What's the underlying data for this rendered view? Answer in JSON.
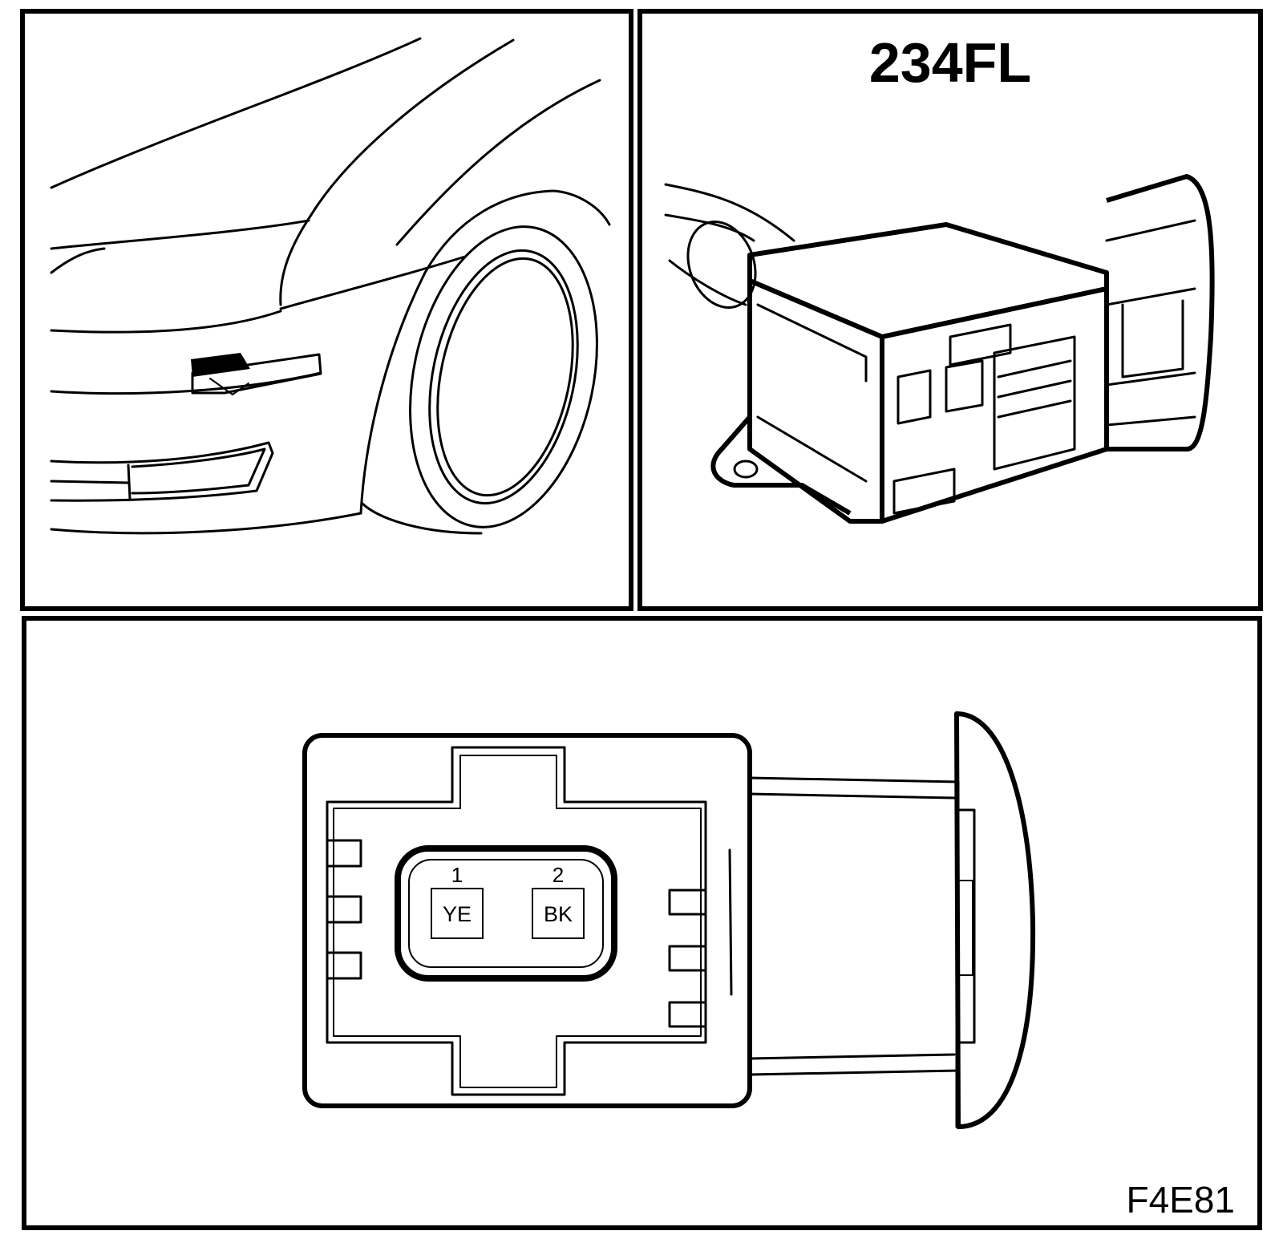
{
  "connector": {
    "id": "234FL",
    "figure_ref": "F4E81",
    "pins": [
      {
        "number": "1",
        "wire_color": "YE"
      },
      {
        "number": "2",
        "wire_color": "BK"
      }
    ]
  }
}
